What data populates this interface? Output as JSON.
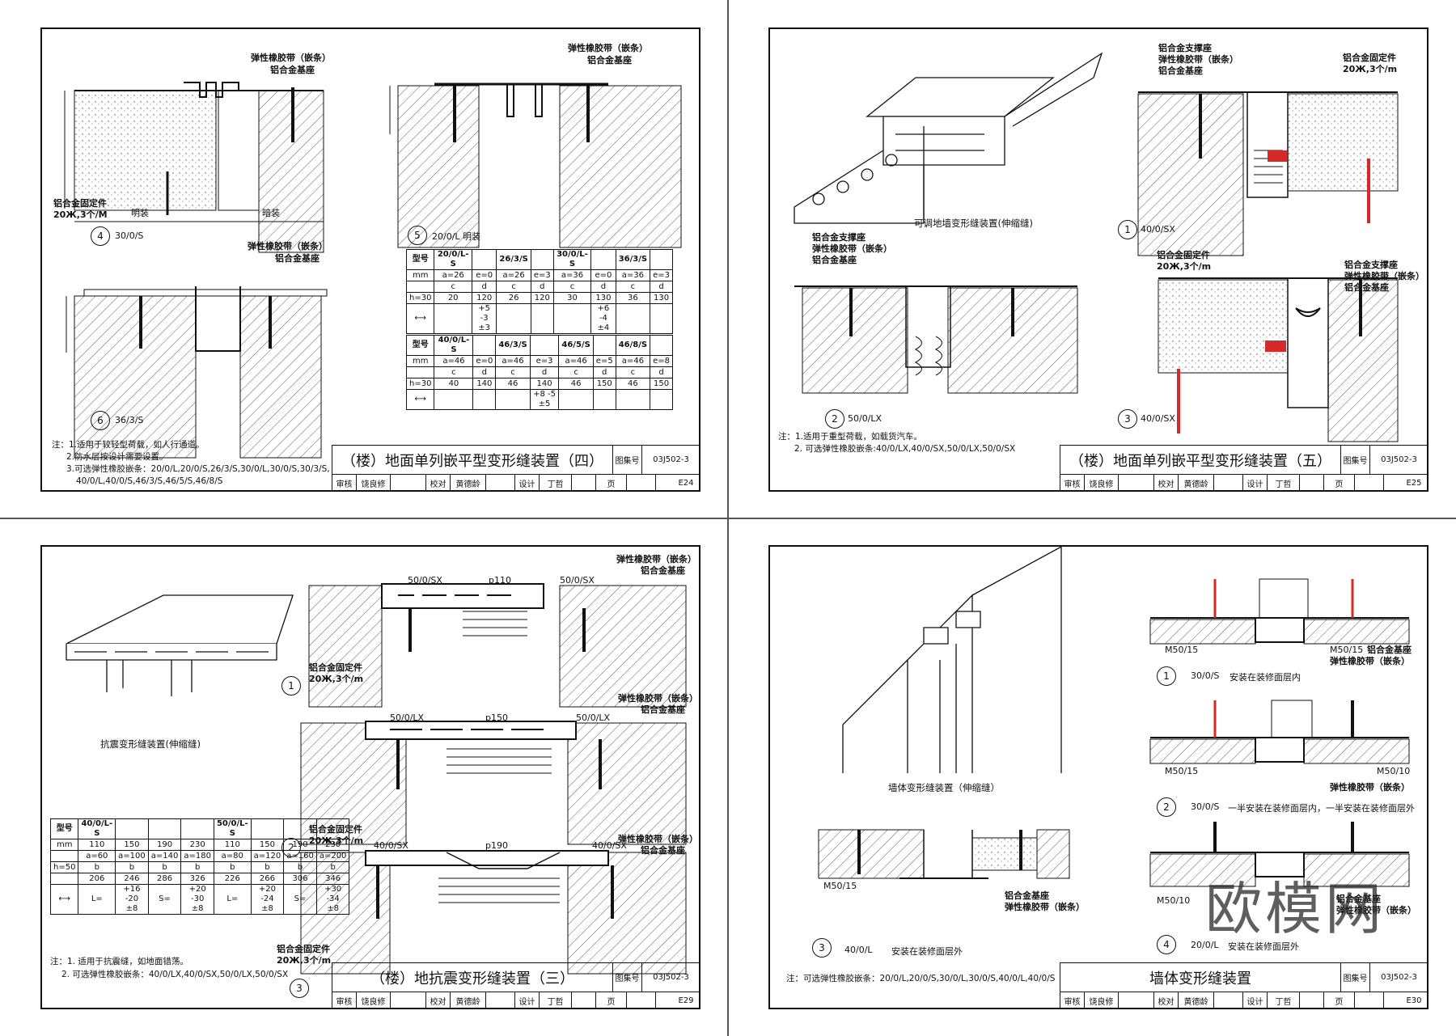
{
  "watermark": "欧模网",
  "sheets": [
    {
      "id": "E24",
      "title": "（楼）地面单列嵌平型变形缝装置（四）",
      "atlas_label": "图集号",
      "atlas_no": "03J502-3",
      "page_label": "页",
      "page_no": "E24",
      "row": [
        "审核",
        "饶良修",
        "校对",
        "黄德龄",
        "设计",
        "丁哲"
      ],
      "labels": {
        "rubber": "弹性橡胶带（嵌条）",
        "base": "铝合金基座",
        "fixing": "铝合金固定件",
        "fixing_spec": "20Ж,3个/M",
        "exposed": "明装",
        "concealed": "暗装"
      },
      "details": [
        {
          "no": "4",
          "name": "30/0/S"
        },
        {
          "no": "5",
          "name": "20/0/L  明装"
        },
        {
          "no": "6",
          "name": "36/3/S"
        }
      ],
      "table1": [
        [
          "型号",
          "20/0/L-S",
          "",
          "26/3/S",
          "",
          "30/0/L-S",
          "",
          "36/3/S",
          ""
        ],
        [
          "mm",
          "a=26",
          "e=0",
          "a=26",
          "e=3",
          "a=36",
          "e=0",
          "a=36",
          "e=3"
        ],
        [
          "",
          "c",
          "d",
          "c",
          "d",
          "c",
          "d",
          "c",
          "d"
        ],
        [
          "h=30",
          "20",
          "120",
          "26",
          "120",
          "30",
          "130",
          "36",
          "130"
        ],
        [
          "⟷",
          "",
          "+5 -3 ±3",
          "",
          "",
          "",
          "+6 -4 ±4",
          "",
          ""
        ]
      ],
      "table2": [
        [
          "型号",
          "40/0/L-S",
          "",
          "46/3/S",
          "",
          "46/5/S",
          "",
          "46/8/S",
          ""
        ],
        [
          "mm",
          "a=46",
          "e=0",
          "a=46",
          "e=3",
          "a=46",
          "e=5",
          "a=46",
          "e=8"
        ],
        [
          "",
          "c",
          "d",
          "c",
          "d",
          "c",
          "d",
          "c",
          "d"
        ],
        [
          "h=30",
          "40",
          "140",
          "46",
          "140",
          "46",
          "150",
          "46",
          "150"
        ],
        [
          "⟷",
          "",
          "",
          "",
          "+8 -5 ±5",
          "",
          "",
          "",
          ""
        ]
      ],
      "notes": [
        "注：1.适用于较轻型荷载，如人行通道。",
        "2.防水层按设计需要设置。",
        "3.可选弹性橡胶嵌条：20/0/L,20/0/S,26/3/S,30/0/L,30/0/S,30/3/S,",
        "40/0/L,40/0/S,46/3/S,46/5/S,46/8/S"
      ]
    },
    {
      "id": "E25",
      "title": "（楼）地面单列嵌平型变形缝装置（五）",
      "atlas_label": "图集号",
      "atlas_no": "03J502-3",
      "page_label": "页",
      "page_no": "E25",
      "row": [
        "审核",
        "饶良修",
        "校对",
        "黄德龄",
        "设计",
        "丁哲"
      ],
      "labels": {
        "support": "铝合金支撑座",
        "rubber": "弹性橡胶带（嵌条）",
        "base": "铝合金基座",
        "fixing": "铝合金固定件",
        "fixing_spec": "20Ж,3个/m",
        "caption_3d": "可调地墙变形缝装置(伸缩缝)"
      },
      "details": [
        {
          "no": "1",
          "name": "40/0/SX"
        },
        {
          "no": "2",
          "name": "50/0/LX"
        },
        {
          "no": "3",
          "name": "40/0/SX"
        }
      ],
      "notes": [
        "注：1.适用于重型荷载，如载货汽车。",
        "2. 可选弹性橡胶嵌条:40/0/LX,40/0/SX,50/0/LX,50/0/SX"
      ]
    },
    {
      "id": "E29",
      "title": "（楼）地抗震变形缝装置（三）",
      "atlas_label": "图集号",
      "atlas_no": "03J502-3",
      "page_label": "页",
      "page_no": "E29",
      "row": [
        "审核",
        "饶良修",
        "校对",
        "黄德龄",
        "设计",
        "丁哲"
      ],
      "labels": {
        "rubber": "弹性橡胶带（嵌条）",
        "base": "铝合金基座",
        "fixing": "铝合金固定件",
        "fixing_spec": "20Ж,3个/m",
        "caption_3d": "抗震变形缝装置(伸缩缝)"
      },
      "details": [
        {
          "no": "1",
          "left": "50/0/SX",
          "mid": "p110",
          "right": "50/0/SX"
        },
        {
          "no": "2",
          "left": "50/0/LX",
          "mid": "p150",
          "right": "50/0/LX"
        },
        {
          "no": "3",
          "left": "40/0/SX",
          "mid": "p190",
          "right": "40/0/SX"
        }
      ],
      "table": [
        [
          "型号",
          "40/0/L-S",
          "",
          "",
          "",
          "50/0/L-S",
          "",
          "",
          ""
        ],
        [
          "mm",
          "110",
          "150",
          "190",
          "230",
          "110",
          "150",
          "190",
          "230"
        ],
        [
          "",
          "a=60",
          "a=100",
          "a=140",
          "a=180",
          "a=80",
          "a=120",
          "a=160",
          "a=200"
        ],
        [
          "h=50",
          "b",
          "b",
          "b",
          "b",
          "b",
          "b",
          "b",
          "b"
        ],
        [
          "",
          "206",
          "246",
          "286",
          "326",
          "226",
          "266",
          "306",
          "346"
        ],
        [
          "⟷",
          "L=",
          "+16 -20 ±8",
          "S=",
          "+20 -30 ±8",
          "L=",
          "+20 -24 ±8",
          "S=",
          "+30 -34 ±8"
        ]
      ],
      "notes": [
        "注：1. 适用于抗震缝，如地面错荡。",
        "2. 可选弹性橡胶嵌条：40/0/LX,40/0/SX,50/0/LX,50/0/SX"
      ]
    },
    {
      "id": "E30",
      "title": "墙体变形缝装置",
      "atlas_label": "图集号",
      "atlas_no": "03J502-3",
      "page_label": "页",
      "page_no": "E30",
      "row": [
        "审核",
        "饶良修",
        "校对",
        "黄德龄",
        "设计",
        "丁哲"
      ],
      "labels": {
        "rubber": "弹性橡胶带（嵌条）",
        "base": "铝合金基座",
        "m5015": "M50/15",
        "m5010": "M50/10",
        "caption_3d": "墙体变形缝装置（伸缩缝）"
      },
      "details": [
        {
          "no": "1",
          "name": "30/0/S",
          "desc": "安装在装修面层内"
        },
        {
          "no": "2",
          "name": "30/0/S",
          "desc": "一半安装在装修面层内，一半安装在装修面层外"
        },
        {
          "no": "3",
          "name": "40/0/L",
          "desc": "安装在装修面层外"
        },
        {
          "no": "4",
          "name": "20/0/L",
          "desc": "安装在装修面层外"
        }
      ],
      "notes": [
        "注：可选弹性橡胶嵌条：20/0/L,20/0/S,30/0/L,30/0/S,40/0/L,40/0/S"
      ]
    }
  ],
  "colors": {
    "line": "#111111",
    "accent": "#d42a2a",
    "watermark": "#bcbcbc"
  }
}
